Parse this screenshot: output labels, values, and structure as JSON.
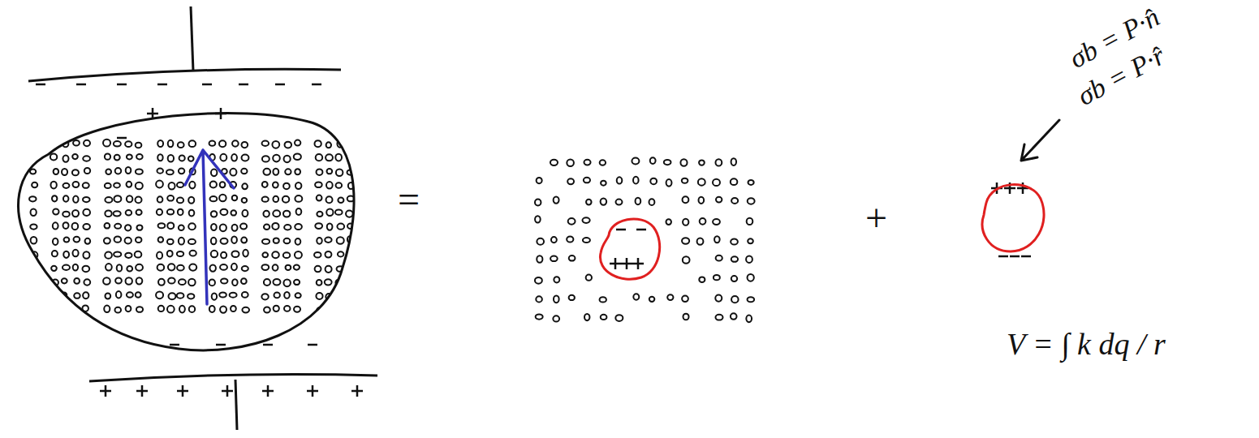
{
  "diagram": {
    "labels": [
      "=",
      "+",
      "σb = P·n̂",
      "σb = P·r̂",
      "V = ∫ k dq / r"
    ]
  }
}
